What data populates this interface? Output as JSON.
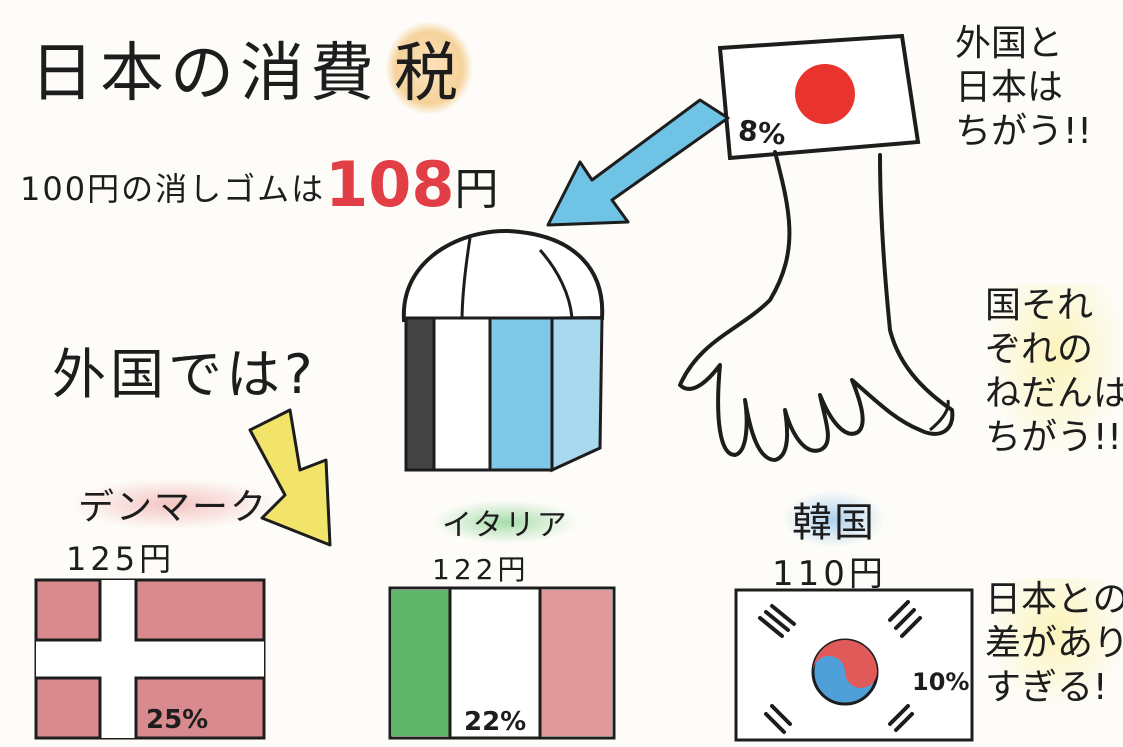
{
  "title": {
    "main": "日本の消費",
    "emphasis": "税"
  },
  "subtitle": {
    "prefix": "100円の消しゴムは",
    "amount": "108",
    "unit": "円"
  },
  "japan": {
    "rate": "8%"
  },
  "notes": {
    "difference": [
      "外国と",
      "日本は",
      "ちがう!!"
    ],
    "prices_vary": [
      "国それ",
      "ぞれの",
      "ねだんは",
      "ちがう!!"
    ],
    "gap": [
      "日本との",
      "差があり",
      "すぎる!"
    ]
  },
  "question": "外国では?",
  "countries": {
    "denmark": {
      "name": "デンマーク",
      "price": "125円",
      "rate": "25%"
    },
    "italy": {
      "name": "イタリア",
      "price": "122円",
      "rate": "22%"
    },
    "korea": {
      "name": "韓国",
      "price": "110円",
      "rate": "10%"
    }
  },
  "colors": {
    "japan_red": "#e8342c",
    "arrow_blue": "#6fc3e4",
    "arrow_yellow": "#f2e46a",
    "denmark_red": "#d98a8e",
    "italy_green": "#5fb56a",
    "italy_red": "#e09a9a",
    "korea_red": "#e05a5a",
    "korea_blue": "#4f9fd8",
    "price_red": "#e23e46"
  },
  "icons": [
    "eraser-drawing",
    "hand-drawing",
    "arrow-to-eraser",
    "arrow-down-right",
    "japan-flag",
    "denmark-flag",
    "italy-flag",
    "korea-flag"
  ]
}
